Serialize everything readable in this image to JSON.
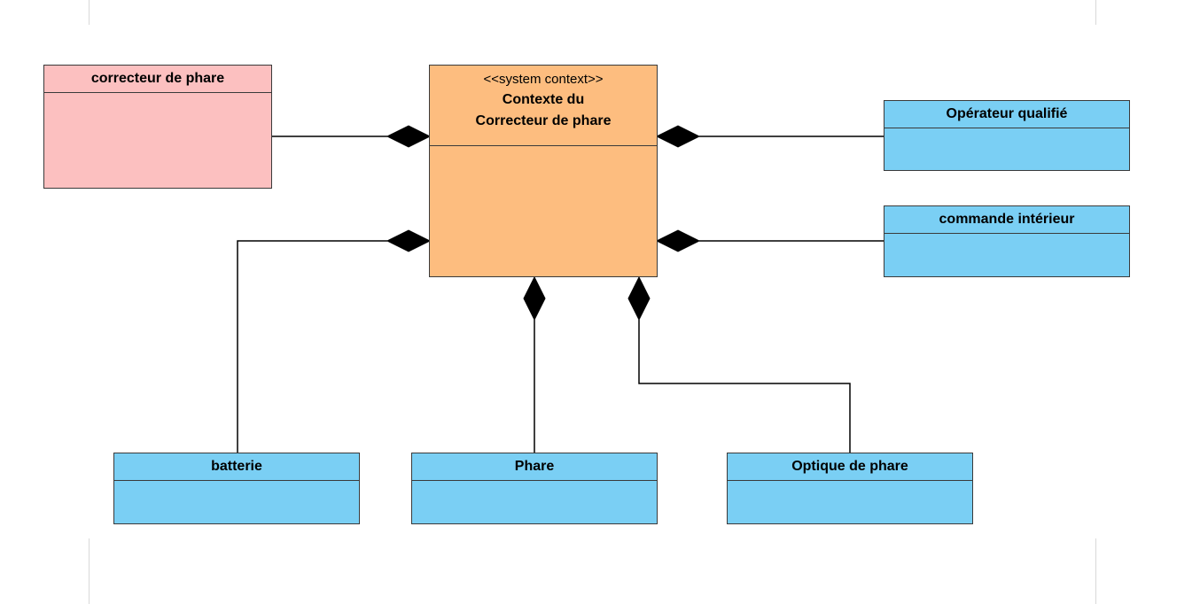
{
  "diagram": {
    "context": {
      "stereotype": "<<system context>>",
      "title_line1": "Contexte du",
      "title_line2": "Correcteur de phare"
    },
    "classes": {
      "correcteur": "correcteur de phare",
      "operateur": "Opérateur qualifié",
      "commande": "commande intérieur",
      "batterie": "batterie",
      "phare": "Phare",
      "optique": "Optique de phare"
    }
  },
  "colors": {
    "context_fill": "#FDBD7F",
    "external_fill": "#FCC0C0",
    "component_fill": "#7ACFF4",
    "line": "#000000"
  }
}
